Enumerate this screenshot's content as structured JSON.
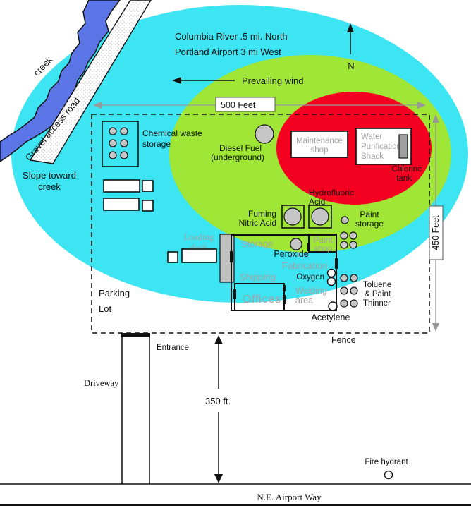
{
  "diagram": {
    "type": "facility-site-plan",
    "colors": {
      "hazard_zone_outer": "#3DE4F2",
      "hazard_zone_middle": "#9FE636",
      "hazard_zone_inner": "#F40021",
      "creek_water": "#5B75E6",
      "object_gray": "#C6C6C6",
      "muted_text": "#A3A3A3",
      "dimension_gray": "#999999"
    },
    "labels": {
      "creek": "creek",
      "gravel_road": "Gravel access road",
      "slope": [
        "Slope toward",
        "creek"
      ],
      "columbia_river": "Columbia River  .5 mi. North",
      "portland_airport": "Portland Airport  3 mi West",
      "prevailing_wind": "Prevailing wind",
      "north": "N",
      "chemical_waste": [
        "Chemical waste",
        "storage"
      ],
      "diesel_fuel": [
        "Diesel Fuel",
        "(underground)"
      ],
      "maintenance_shop": [
        "Maintenance",
        "shop"
      ],
      "water_shack": [
        "Water",
        "Purification",
        "Shack"
      ],
      "chlorine_tank": [
        "Chlorine",
        "tank"
      ],
      "hydrofluoric_acid": [
        "Hydrofluoric",
        "Acid"
      ],
      "fuming_nitric_acid": [
        "Fuming",
        "Nitric Acid"
      ],
      "paint_storage": [
        "Paint",
        "storage"
      ],
      "loading_dock": [
        "Loading",
        "dock"
      ],
      "storage": "Storage",
      "peroxide": "Peroxide",
      "paint_shop": [
        "Paint",
        "shop"
      ],
      "fabrication": "Fabrication",
      "shipping": "Shipping",
      "oxygen": "Oxygen",
      "welding_area": [
        "Welding",
        "area"
      ],
      "offices": "Offices",
      "toluene": [
        "Toluene",
        "& Paint",
        "Thinner"
      ],
      "acetylene": "Acetylene",
      "parking_lot": [
        "Parking",
        "Lot"
      ],
      "fence": "Fence",
      "entrance": "Entrance",
      "driveway": "Driveway",
      "fire_hydrant": "Fire hydrant",
      "road_name": "N.E. Airport Way"
    },
    "dimensions": {
      "site_width": "500 Feet",
      "site_height": "450 Feet",
      "driveway_length": "350 ft."
    }
  }
}
